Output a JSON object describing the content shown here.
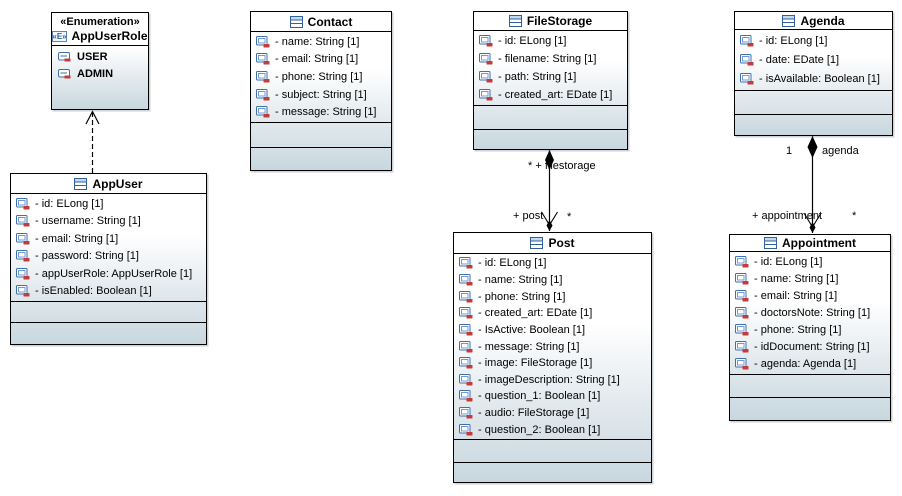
{
  "enum_box": {
    "stereotype": "«Enumeration»",
    "name": "AppUserRole",
    "literals": [
      "USER",
      "ADMIN"
    ]
  },
  "classes": {
    "appUser": {
      "name": "AppUser",
      "attributes": [
        "- id: ELong [1]",
        "- username: String [1]",
        "- email: String [1]",
        "- password: String [1]",
        "- appUserRole: AppUserRole [1]",
        "- isEnabled: Boolean [1]"
      ]
    },
    "contact": {
      "name": "Contact",
      "attributes": [
        "- name: String [1]",
        "- email: String [1]",
        "- phone: String [1]",
        "- subject: String [1]",
        "- message: String [1]"
      ]
    },
    "fileStorage": {
      "name": "FileStorage",
      "attributes": [
        "- id: ELong [1]",
        "- filename: String [1]",
        "- path: String [1]",
        "- created_art: EDate [1]"
      ]
    },
    "agenda": {
      "name": "Agenda",
      "attributes": [
        "- id: ELong [1]",
        "- date: EDate [1]",
        "- isAvailable: Boolean [1]"
      ]
    },
    "post": {
      "name": "Post",
      "attributes": [
        "- id: ELong [1]",
        "- name: String [1]",
        "- phone: String [1]",
        "- created_art: EDate [1]",
        "- IsActive: Boolean [1]",
        "- message: String [1]",
        "- image: FileStorage [1]",
        "- imageDescription: String [1]",
        "- question_1: Boolean [1]",
        "- audio: FileStorage [1]",
        "- question_2: Boolean [1]"
      ]
    },
    "appointment": {
      "name": "Appointment",
      "attributes": [
        "- id: ELong [1]",
        "- name: String [1]",
        "- email: String [1]",
        "- doctorsNote: String [1]",
        "- phone: String [1]",
        "- idDocument: String [1]",
        "- agenda: Agenda [1]"
      ]
    }
  },
  "connectors": {
    "fileStorage_post": {
      "fileStorage_end_label": "* + filestorage",
      "post_end_label": "+ post",
      "post_end_multiplicity": "*"
    },
    "agenda_appointment": {
      "agenda_end_multiplicity": "1",
      "agenda_end_label": "agenda",
      "appointment_end_label": "+ appointment",
      "appointment_end_multiplicity": "*"
    }
  },
  "colors": {
    "background": "#ffffff",
    "box_border": "#000000",
    "box_gradient_top": "#ffffff",
    "box_gradient_bottom": "#c8d7df",
    "icon_blue": "#3f6fae",
    "icon_fill_blue": "#c2d9f0",
    "icon_red": "#c43b3b",
    "connector_line": "#000000"
  }
}
